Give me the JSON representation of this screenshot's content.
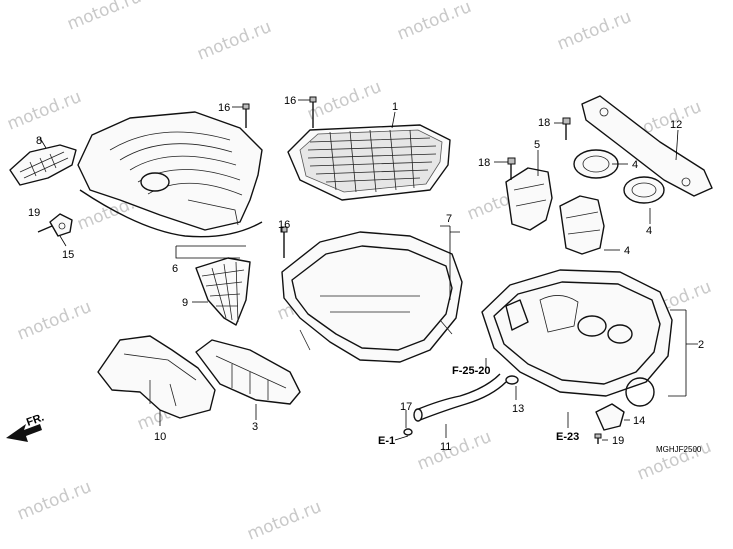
{
  "watermark": "motod.ru",
  "diagram_code": "MGHJF2500",
  "direction_label": "FR.",
  "references": {
    "f25_20": "F-25-20",
    "e1": "E-1",
    "e23": "E-23"
  },
  "callouts": {
    "c1": "1",
    "c2": "2",
    "c3": "3",
    "c4a": "4",
    "c4b": "4",
    "c4c": "4",
    "c5": "5",
    "c6": "6",
    "c7": "7",
    "c8": "8",
    "c9": "9",
    "c10": "10",
    "c11": "11",
    "c12": "12",
    "c13": "13",
    "c14": "14",
    "c15": "15",
    "c16a": "16",
    "c16b": "16",
    "c16c": "16",
    "c17": "17",
    "c18a": "18",
    "c18b": "18",
    "c19a": "19",
    "c19b": "19"
  },
  "colors": {
    "line": "#111111",
    "watermark": "#c9c9c9",
    "filter_mesh": "#555555",
    "background": "#ffffff"
  }
}
